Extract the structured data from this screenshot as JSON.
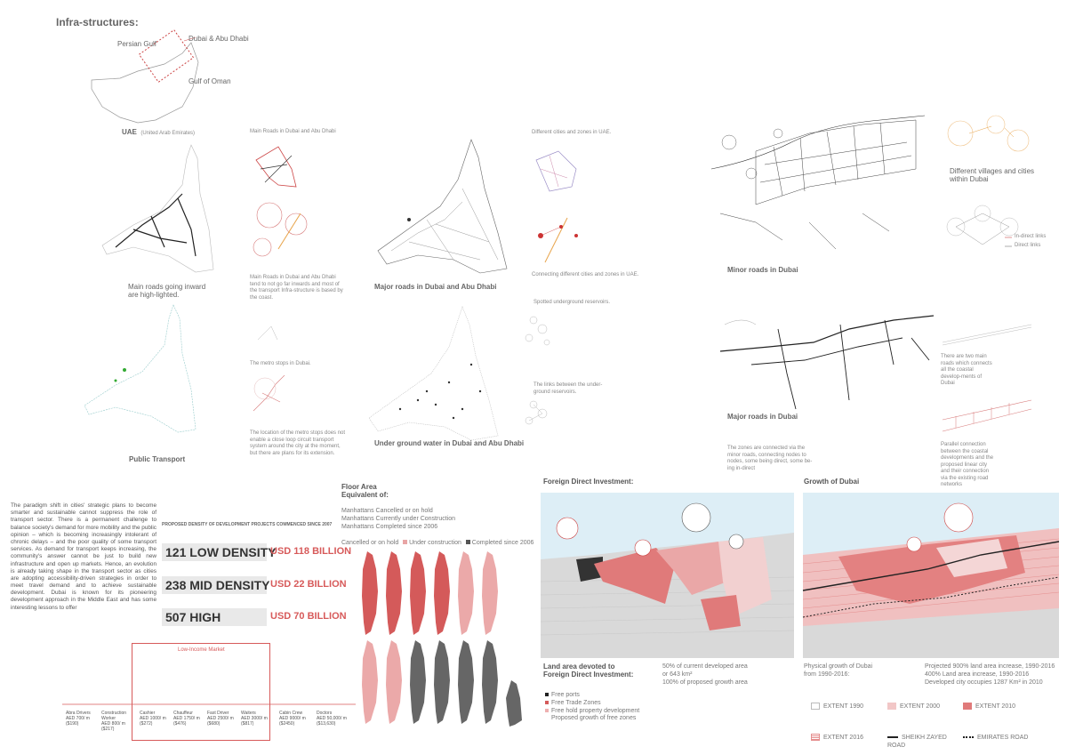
{
  "header": {
    "title": "Infra-structures:"
  },
  "uae_map": {
    "persian_gulf": "Persian Gulf",
    "dubai_abu_dhabi": "Dubai & Abu Dhabi",
    "gulf_of_oman": "Gulf of Oman",
    "uae_label": "UAE",
    "uae_sub": "(United Arab Emirates)"
  },
  "row1": {
    "main_roads_caption": "Main roads going inward are high-lighted.",
    "main_roads_title": "Main Roads in Dubai and Abu Dhabi",
    "main_roads_note": "Main Roads in Dubai and Abu Dhabi tend to not go far inwards and most of the transport Infra-structure is based by the coast.",
    "major_roads_caption": "Major roads in  Dubai and Abu Dhabi",
    "cities_title": "Different cities  and zones in UAE.",
    "cities_connect": "Connecting different cities  and zones in UAE.",
    "minor_roads_caption": "Minor roads in Dubai",
    "villages": "Different villages and cities within Dubai",
    "indirect": "In-direct links",
    "direct": "Direct links"
  },
  "row2": {
    "public_transport": "Public Transport",
    "metro_stops": "The metro stops in Dubai.",
    "metro_note": "The location of the metro stops does not enable a close loop circuit transport system around the city at the moment, but there are plans for its extension.",
    "underground_water": "Under ground water in Dubai and Abu Dhabi",
    "reservoirs": "Spotted underground reservoirs.",
    "reservoir_links": "The links between the under-ground reservoirs.",
    "major_roads_dubai": "Major roads in Dubai",
    "zones_connected": "The zones are connected via the minor roads, connecting nodes to nodes, some being direct, some be-ing in-direct",
    "two_main_roads": "There are two main roads which connects all the coastal develop-ments of Dubai",
    "parallel": "Parallel connection between the coastal developments and the proposed linear city and their connection via the existing road networks"
  },
  "paragraph": "The paradigm shift in cities' strategic plans to become smarter and sustainable cannot suppress the role of transport sector. There is a permanent challenge to balance society's demand for more mobility and the public opinion – which is becoming increasingly intolerant of chronic delays – and the poor quality of some transport services. As demand for transport keeps increasing, the community's answer cannot be just to build new infrastructure and open up markets. Hence, an evolution is already taking shape in the transport sector as cities are adopting accessibility-driven strategies in order to meet travel demand and to achieve sustainable development. Dubai is known for its pioneering development approach in the Middle East and has some interesting lessons to offer",
  "density": {
    "heading": "PROPOSED DENSITY OF DEVELOPMENT PROJECTS COMMENCED SINCE 2007",
    "rows": [
      {
        "label": "121 LOW DENSITY",
        "value": "USD 118 BILLION"
      },
      {
        "label": "238 MID DENSITY",
        "value": "USD 22 BILLION"
      },
      {
        "label": "507 HIGH",
        "value": "USD 70 BILLION"
      }
    ]
  },
  "floor_area": {
    "title_1": "Floor Area",
    "title_2": "Equivalent of:",
    "line_1": "Manhattans Cancelled or on hold",
    "line_2": "Manhattans Currently under Construction",
    "line_3": "Manhattans Completed since 2006",
    "legend_1": "Cancelled or on hold",
    "legend_2": "Under construction",
    "legend_3": "Completed since 2006"
  },
  "market": {
    "title": "Low-Income Market",
    "jobs": [
      {
        "name": "Abra Drivers",
        "wage": "AED 700/ m",
        "usd": "($190)"
      },
      {
        "name": "Construction Worker",
        "wage": "AED 800/ m",
        "usd": "($217)"
      },
      {
        "name": "Cashier",
        "wage": "AED 1000/ m",
        "usd": "($272)"
      },
      {
        "name": "Chauffeur",
        "wage": "AED 1750/ m",
        "usd": "($476)"
      },
      {
        "name": "Fast Driver",
        "wage": "AED 2500/ m",
        "usd": "($680)"
      },
      {
        "name": "Waiters",
        "wage": "AED 3000/ m",
        "usd": "($817)"
      },
      {
        "name": "Cabin Crew",
        "wage": "AED 9000/ m",
        "usd": "($2450)"
      },
      {
        "name": "Doctors",
        "wage": "AED 50,000/ m",
        "usd": "($13,630)"
      }
    ]
  },
  "fdi": {
    "title": "Foreign Direct Investment:",
    "land_1": "Land area devoted to",
    "land_2": "Foreign Direct Investment:",
    "stat_1": "50% of current developed area",
    "stat_2": "or 643 km²",
    "stat_3": "100% of proposed growth area",
    "legend": [
      "Free ports",
      "Free Trade Zones",
      "Free hold property development",
      "Proposed growth of free zones"
    ]
  },
  "growth": {
    "title": "Growth of Dubai",
    "physical_1": "Physical growth of Dubai",
    "physical_2": "from 1990-2016:",
    "proj_1": "Projected 900% land area increase, 1990-2016",
    "proj_2": "400% Land area increase, 1990-2016",
    "proj_3": "Developed city occupies 1287 Km² in 2010",
    "legend": {
      "e1990": "EXTENT 1990",
      "e2000": "EXTENT 2000",
      "e2010": "EXTENT 2010",
      "e2016": "EXTENT 2016",
      "sheikh": "SHEIKH ZAYED ROAD",
      "emirates": "EMIRATES ROAD"
    }
  },
  "colors": {
    "pink": "#d77a7a",
    "dark_pink": "#d45a5a",
    "light_pink": "#eeb0b0",
    "sea": "#dfeff7",
    "gray": "#666666"
  }
}
